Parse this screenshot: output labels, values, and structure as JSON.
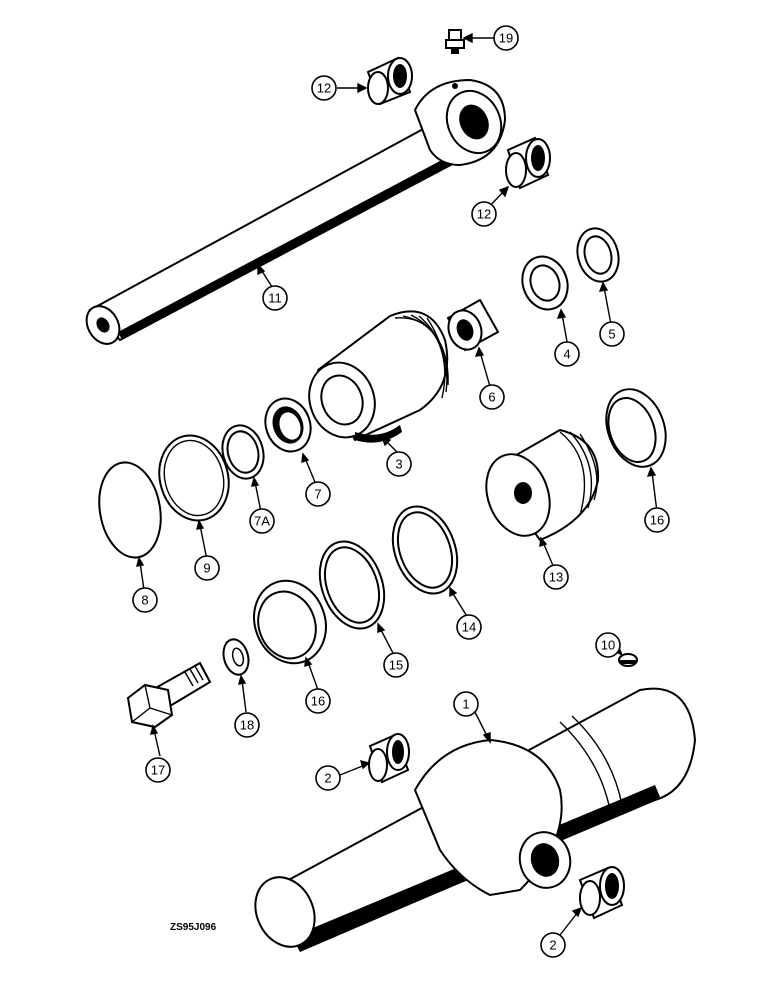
{
  "diagram": {
    "drawing_code": "ZS95J096",
    "callouts": [
      "19",
      "12",
      "12",
      "11",
      "4",
      "5",
      "6",
      "3",
      "7",
      "7A",
      "9",
      "8",
      "16",
      "13",
      "14",
      "15",
      "16",
      "18",
      "10",
      "1",
      "17",
      "2",
      "2"
    ]
  }
}
